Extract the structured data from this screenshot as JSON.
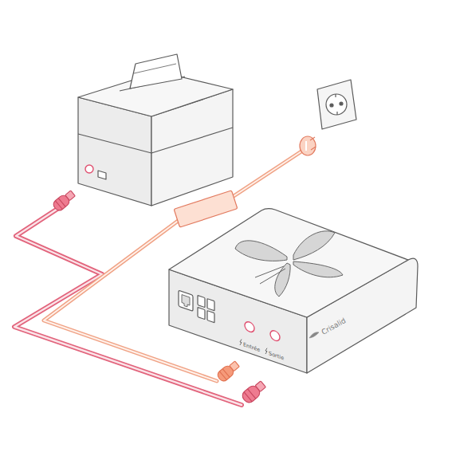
{
  "diagram": {
    "labels": [
      "Entrée",
      "Sortie",
      "Crisalid"
    ]
  }
}
